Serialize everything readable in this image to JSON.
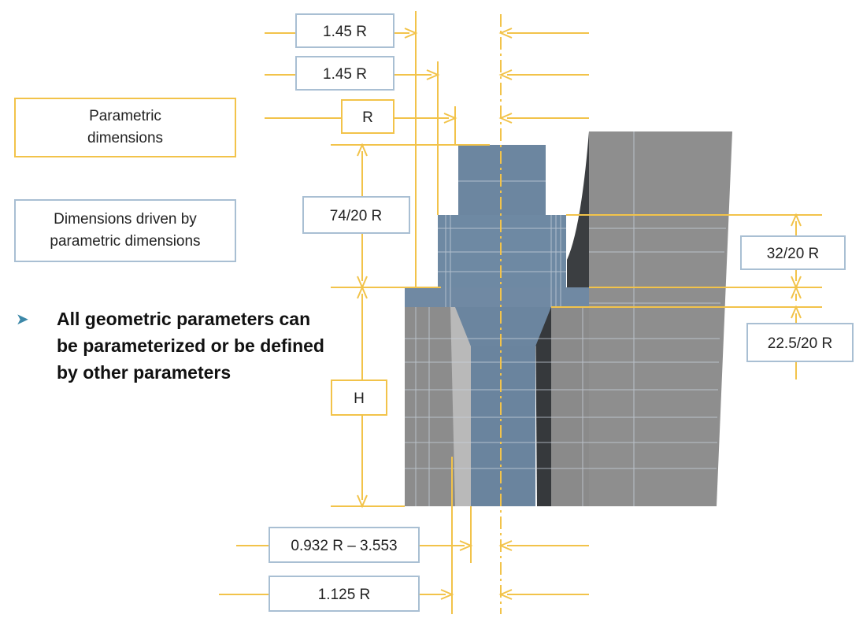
{
  "legend": {
    "parametric": "Parametric\ndimensions",
    "driven": "Dimensions driven by\nparametric dimensions"
  },
  "bullet": {
    "icon": "arrowhead-bullet-icon",
    "text": "All geometric parameters can be parameterized or be defined by other parameters"
  },
  "dimensions": {
    "top_1": "1.45 R",
    "top_2": "1.45 R",
    "top_r": "R",
    "height_74": "74/20 R",
    "height_h": "H",
    "right_32": "32/20 R",
    "right_225": "22.5/20 R",
    "bottom_0932": "0.932 R – 3.553",
    "bottom_1125": "1.125 R"
  },
  "colors": {
    "parametric_dimension": "#f2c34a",
    "driven_dimension": "#a9bfd3",
    "part_blue": "#6f8aa3",
    "part_gray": "#8d8d8d",
    "bullet": "#3c88a8"
  }
}
